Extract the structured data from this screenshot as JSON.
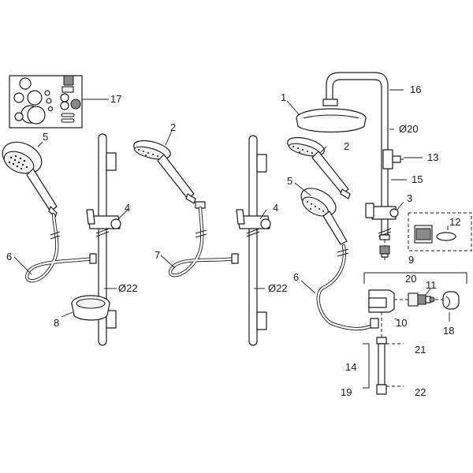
{
  "diagram": {
    "labels": {
      "l1": "1",
      "l2a": "2",
      "l2b": "2",
      "l3": "3",
      "l4a": "4",
      "l4b": "4",
      "l5a": "5",
      "l5b": "5",
      "l6a": "6",
      "l6b": "6",
      "l7": "7",
      "l8": "8",
      "l9": "9",
      "l10": "10",
      "l11": "11",
      "l12": "12",
      "l13": "13",
      "l14": "14",
      "l15": "15",
      "l16": "16",
      "l17": "17",
      "l18": "18",
      "l19": "19",
      "l20": "20",
      "l21": "21",
      "l22": "22",
      "d20": "Ø20",
      "d22a": "Ø22",
      "d22b": "Ø22"
    }
  }
}
